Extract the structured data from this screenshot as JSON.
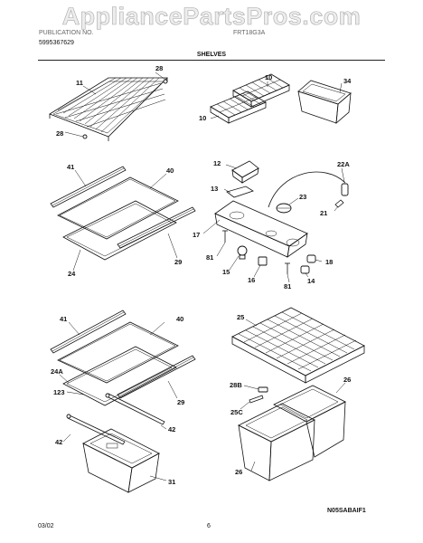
{
  "watermark": "AppliancePartsPros.com",
  "header": {
    "line1_left": "PUBLICATION NO.",
    "line2_left": "5995367629",
    "line1_right": "FRT18G3A"
  },
  "title": "SHELVES",
  "footer": {
    "date": "03/02",
    "page": "6",
    "drawing_code": "N05SABAIF1"
  },
  "callouts": {
    "c11": "11",
    "c28a": "28",
    "c28b": "28",
    "c10a": "10",
    "c10b": "10",
    "c34": "34",
    "c41a": "41",
    "c40a": "40",
    "c29a": "29",
    "c24": "24",
    "c12": "12",
    "c22a": "22A",
    "c13": "13",
    "c23": "23",
    "c21": "21",
    "c17": "17",
    "c81a": "81",
    "c15": "15",
    "c16": "16",
    "c81b": "81",
    "c18": "18",
    "c14": "14",
    "c41b": "41",
    "c40b": "40",
    "c24a": "24A",
    "c123": "123",
    "c29b": "29",
    "c42a": "42",
    "c42b": "42",
    "c31": "31",
    "c25": "25",
    "c26a": "26",
    "c28b2": "28B",
    "c25c": "25C",
    "c26b": "26"
  }
}
